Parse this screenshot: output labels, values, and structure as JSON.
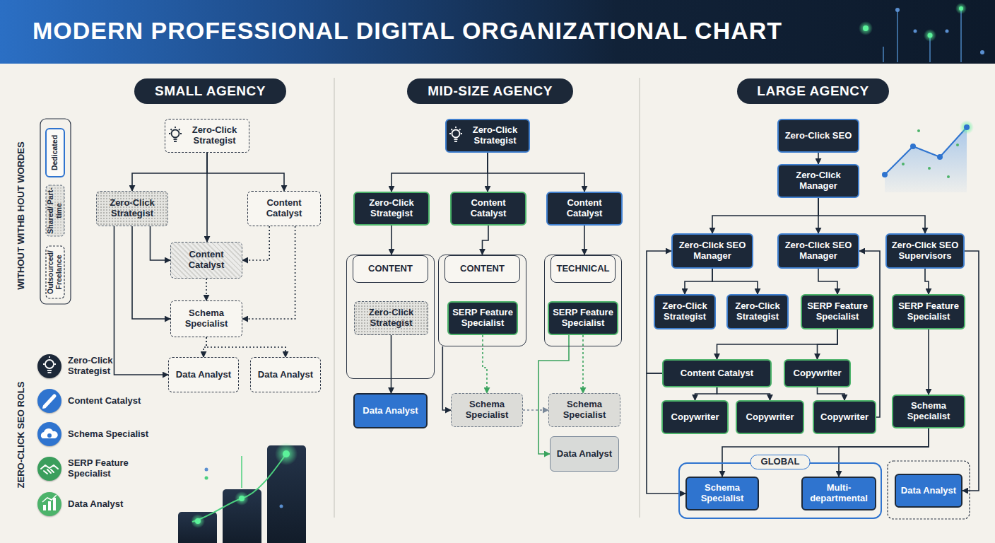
{
  "diagram": {
    "title": "MODERN PROFESSIONAL DIGITAL ORGANIZATIONAL CHART",
    "nodes": [
      {
        "text": [
          "SMALL AGENCY"
        ]
      },
      {
        "text": [
          "Zero-Click Strategist"
        ]
      },
      {
        "text": [
          "Zero-Click Strategist"
        ]
      },
      {
        "text": [
          "Content Catalyst"
        ]
      },
      {
        "text": [
          "Content Catalyst"
        ]
      },
      {
        "text": [
          "Schema Specialist"
        ]
      },
      {
        "text": [
          "Data Analyst"
        ]
      },
      {
        "text": [
          "Data Analyst"
        ]
      },
      {
        "text": [
          "MID-SIZE AGENCY"
        ]
      },
      {
        "text": [
          "Zero-Click Strategist"
        ]
      },
      {
        "text": [
          "Zero-Click Strategist"
        ]
      },
      {
        "text": [
          "Content Catalyst"
        ]
      },
      {
        "text": [
          "Content Catalyst"
        ]
      },
      {
        "text": [
          "CONTENT"
        ]
      },
      {
        "text": [
          "Zero-Click Strategist"
        ],
        "in": 13
      },
      {
        "text": [
          "Data Analyst"
        ]
      },
      {
        "text": [
          "CONTENT"
        ]
      },
      {
        "text": [
          "SERP Feature Specialist"
        ],
        "in": 16
      },
      {
        "text": [
          "TECHNICAL"
        ]
      },
      {
        "text": [
          "SERP Feature Specialist"
        ],
        "in": 18
      },
      {
        "text": [
          "Schema Specialist"
        ]
      },
      {
        "text": [
          "Schema Specialist"
        ]
      },
      {
        "text": [
          "Data Analyst"
        ]
      },
      {
        "text": [
          "LARGE AGENCY"
        ]
      },
      {
        "text": [
          "Zero-Click SEO"
        ]
      },
      {
        "text": [
          "Zero-Click Manager"
        ]
      },
      {
        "text": [
          "Zero-Click SEO Manager"
        ]
      },
      {
        "text": [
          "Zero-Click SEO Manager"
        ]
      },
      {
        "text": [
          "Zero-Click SEO Supervisors"
        ]
      },
      {
        "text": [
          "Zero-Click Strategist"
        ]
      },
      {
        "text": [
          "Zero-Click Strategist"
        ]
      },
      {
        "text": [
          "SERP Feature Specialist"
        ]
      },
      {
        "text": [
          "SERP Feature Specialist"
        ]
      },
      {
        "text": [
          "Content Catalyst"
        ]
      },
      {
        "text": [
          "Copywriter"
        ]
      },
      {
        "text": [
          "Copywriter"
        ]
      },
      {
        "text": [
          "Copywriter"
        ]
      },
      {
        "text": [
          "Copywriter"
        ]
      },
      {
        "text": [
          "Schema Specialist"
        ]
      },
      {
        "text": [
          "GLOBAL"
        ]
      },
      {
        "text": [
          "Schema Specialist"
        ],
        "in": 39
      },
      {
        "text": [
          "Multi-departmental"
        ],
        "in": 39
      },
      {
        "text": [
          "Data Analyst"
        ]
      }
    ],
    "edges": [
      {
        "from": 1,
        "to": 2,
        "arrow": "to"
      },
      {
        "from": 1,
        "to": 4,
        "arrow": "to"
      },
      {
        "from": 1,
        "to": 3,
        "arrow": "to"
      },
      {
        "from": 2,
        "to": 4,
        "arrow": "to"
      },
      {
        "from": 2,
        "to": 5,
        "arrow": "to"
      },
      {
        "from": 2,
        "to": 6,
        "arrow": "to"
      },
      {
        "from": 3,
        "to": 4,
        "arrow": "to"
      },
      {
        "from": 3,
        "to": 5,
        "arrow": "to"
      },
      {
        "from": 4,
        "to": 5,
        "arrow": "to"
      },
      {
        "from": 5,
        "to": 6,
        "arrow": "to"
      },
      {
        "from": 5,
        "to": 7,
        "arrow": "to"
      },
      {
        "from": 9,
        "to": 10,
        "arrow": "to"
      },
      {
        "from": 9,
        "to": 11,
        "arrow": "to"
      },
      {
        "from": 9,
        "to": 12,
        "arrow": "to"
      },
      {
        "from": 10,
        "to": 13,
        "arrow": "to"
      },
      {
        "from": 11,
        "to": 16,
        "arrow": "to"
      },
      {
        "from": 12,
        "to": 18,
        "arrow": "to"
      },
      {
        "from": 14,
        "to": 15,
        "arrow": "to"
      },
      {
        "from": 17,
        "to": 20,
        "arrow": "to"
      },
      {
        "from": 20,
        "to": 21,
        "arrow": "to"
      },
      {
        "from": 19,
        "to": 21,
        "arrow": "to"
      },
      {
        "from": 19,
        "to": 22,
        "arrow": "to"
      },
      {
        "from": 16,
        "to": 20,
        "arrow": "to"
      },
      {
        "from": 24,
        "to": 25,
        "arrow": "to"
      },
      {
        "from": 25,
        "to": 26,
        "arrow": "to"
      },
      {
        "from": 25,
        "to": 27,
        "arrow": "to"
      },
      {
        "from": 25,
        "to": 28,
        "arrow": "to"
      },
      {
        "from": 26,
        "to": 29,
        "arrow": "to"
      },
      {
        "from": 26,
        "to": 30,
        "arrow": "to"
      },
      {
        "from": 27,
        "to": 31,
        "arrow": "to"
      },
      {
        "from": 28,
        "to": 32,
        "arrow": "to"
      },
      {
        "from": 31,
        "to": 33,
        "arrow": "to"
      },
      {
        "from": 31,
        "to": 34,
        "arrow": "to"
      },
      {
        "from": 33,
        "to": 35,
        "arrow": "to"
      },
      {
        "from": 33,
        "to": 36,
        "arrow": "to"
      },
      {
        "from": 34,
        "to": 37,
        "arrow": "to"
      },
      {
        "from": 37,
        "to": 27,
        "arrow": "to"
      },
      {
        "from": 33,
        "to": 26,
        "arrow": "to"
      },
      {
        "from": 33,
        "to": 40,
        "arrow": "to"
      },
      {
        "from": 32,
        "to": 38,
        "arrow": "to"
      },
      {
        "from": 38,
        "to": 40,
        "arrow": "to"
      },
      {
        "from": 38,
        "to": 41,
        "arrow": "to"
      },
      {
        "from": 28,
        "to": 42,
        "arrow": "to"
      }
    ],
    "labels": [
      "WITHOUT WITHB HOUT WORDES",
      "ZERO-CLICK SEO ROLS"
    ],
    "legend": [
      {
        "text": "Dedicated"
      },
      {
        "text": "Shared/ Part-time"
      },
      {
        "text": "Outsourced/ Freelance"
      },
      {
        "text": "Zero-Click Strategist",
        "color": "#1c2838"
      },
      {
        "text": "Content Catalyst",
        "color": "#2f74cf"
      },
      {
        "text": "Schema Specialist",
        "color": "#2f74cf"
      },
      {
        "text": "SERP Feature Specialist",
        "color": "#3a9e5c"
      },
      {
        "text": "Data Analyst",
        "color": "#4cb36a"
      }
    ]
  }
}
